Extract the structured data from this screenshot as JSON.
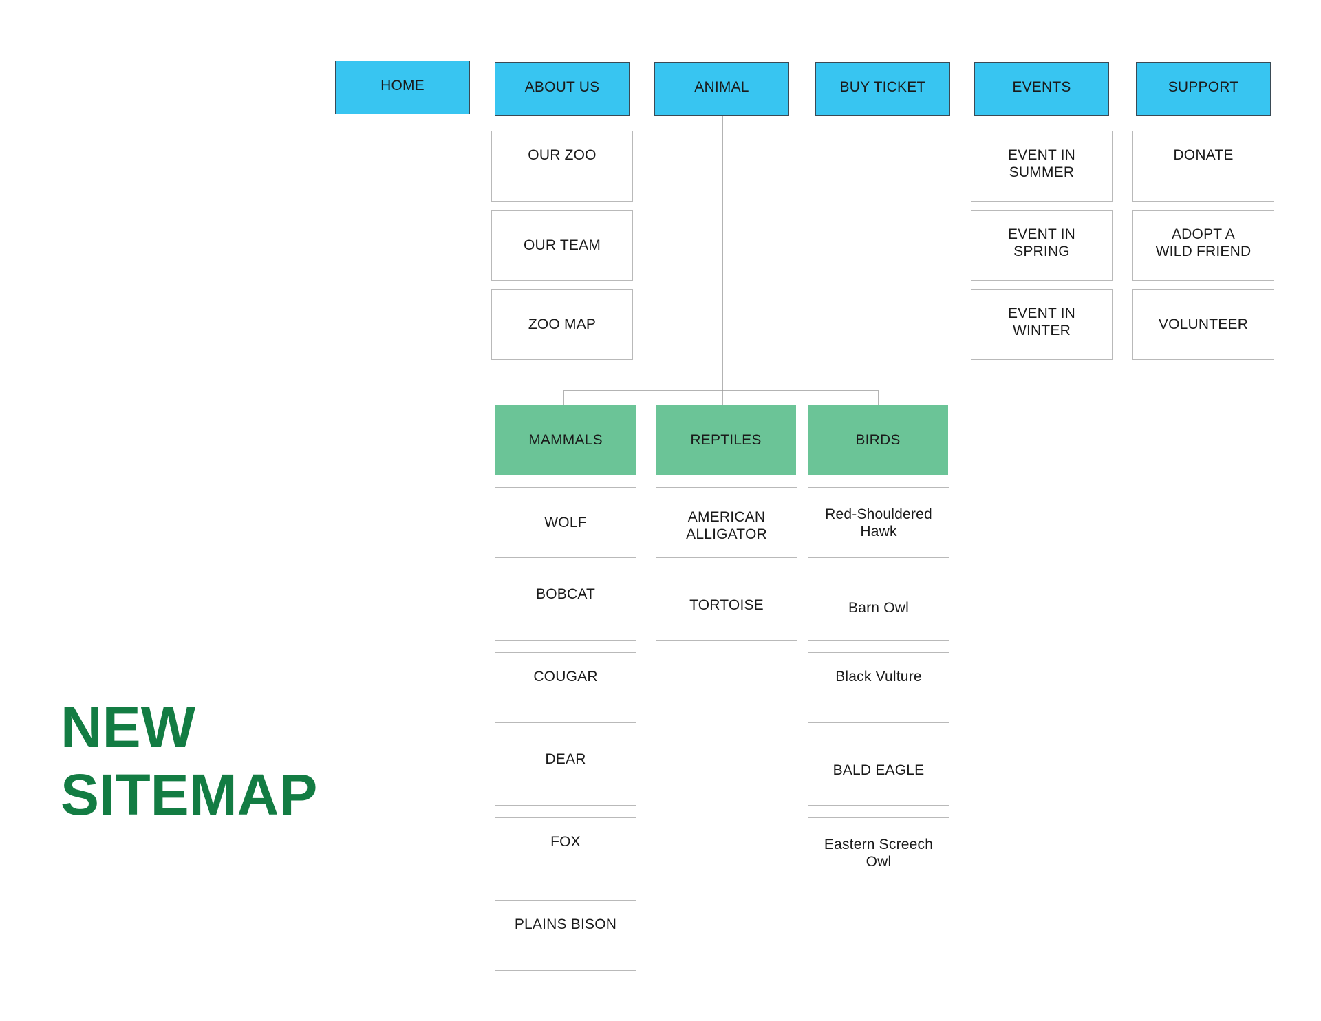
{
  "title": {
    "line1": "NEW",
    "line2": "SITEMAP"
  },
  "nav": [
    {
      "label": "HOME"
    },
    {
      "label": "ABOUT US"
    },
    {
      "label": "ANIMAL"
    },
    {
      "label": "BUY TICKET"
    },
    {
      "label": "EVENTS"
    },
    {
      "label": "SUPPORT"
    }
  ],
  "about": [
    {
      "label": "OUR ZOO"
    },
    {
      "label": "OUR TEAM"
    },
    {
      "label": "ZOO MAP"
    }
  ],
  "events": [
    {
      "label": "EVENT IN\nSUMMER"
    },
    {
      "label": "EVENT IN\nSPRING"
    },
    {
      "label": "EVENT IN\nWINTER"
    }
  ],
  "support": [
    {
      "label": "DONATE"
    },
    {
      "label": "ADOPT A\nWILD FRIEND"
    },
    {
      "label": "VOLUNTEER"
    }
  ],
  "categories": [
    {
      "label": "MAMMALS"
    },
    {
      "label": "REPTILES"
    },
    {
      "label": "BIRDS"
    }
  ],
  "mammals": [
    {
      "label": "WOLF"
    },
    {
      "label": "BOBCAT"
    },
    {
      "label": "COUGAR"
    },
    {
      "label": "DEAR"
    },
    {
      "label": "FOX"
    },
    {
      "label": "PLAINS BISON"
    }
  ],
  "reptiles": [
    {
      "label": "AMERICAN\nALLIGATOR"
    },
    {
      "label": "TORTOISE"
    }
  ],
  "birds": [
    {
      "label": "Red-Shouldered\nHawk"
    },
    {
      "label": "Barn Owl"
    },
    {
      "label": "Black Vulture"
    },
    {
      "label": "BALD EAGLE"
    },
    {
      "label": "Eastern Screech\nOwl"
    }
  ],
  "colors": {
    "nav_fill": "#38c5f1",
    "category_fill": "#6bc497",
    "title_color": "#137c43",
    "item_border": "#b9b9b9",
    "connector": "#9a9a9a"
  }
}
